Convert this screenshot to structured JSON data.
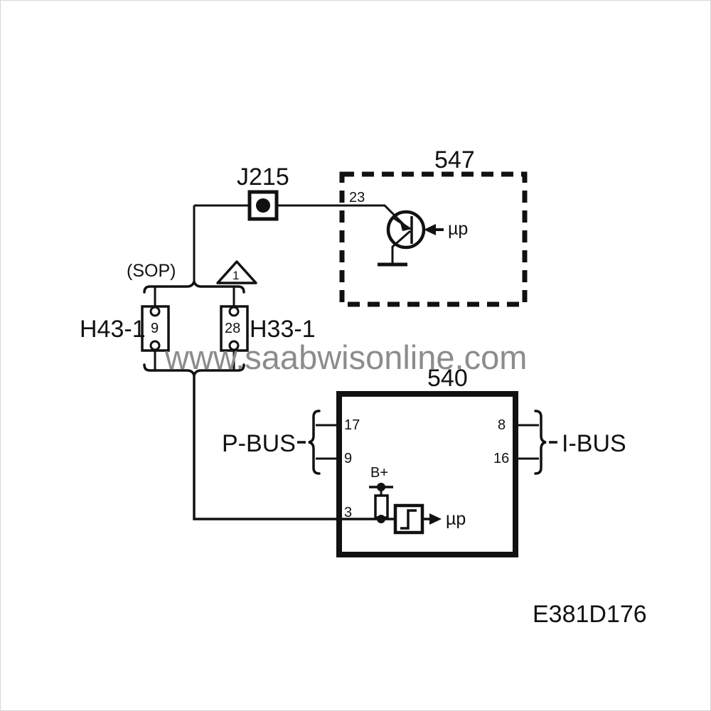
{
  "diagram": {
    "drawing_code": "E381D176",
    "watermark": "www.saabwisonline.com",
    "units": {
      "unit_547": {
        "label": "547",
        "style": "dashed",
        "pin": "23",
        "internal_symbol": "transistor",
        "signal_label": "µp"
      },
      "unit_540": {
        "label": "540",
        "style": "solid",
        "pins": {
          "p_bus_top": "17",
          "p_bus_bottom": "9",
          "i_bus_top": "8",
          "i_bus_bottom": "16",
          "signal_in": "3"
        },
        "bus_left_label": "P-BUS",
        "bus_right_label": "I-BUS",
        "supply_label": "B+",
        "signal_label": "µp",
        "internal_symbols": [
          "resistor",
          "schmitt-trigger"
        ]
      }
    },
    "splice": {
      "label": "J215",
      "type": "splice-point"
    },
    "connectors": [
      {
        "name": "H43-1",
        "pin": "9"
      },
      {
        "name": "H33-1",
        "pin": "28"
      }
    ],
    "annotations": {
      "sop": "(SOP)",
      "triangle_note": "1"
    }
  }
}
